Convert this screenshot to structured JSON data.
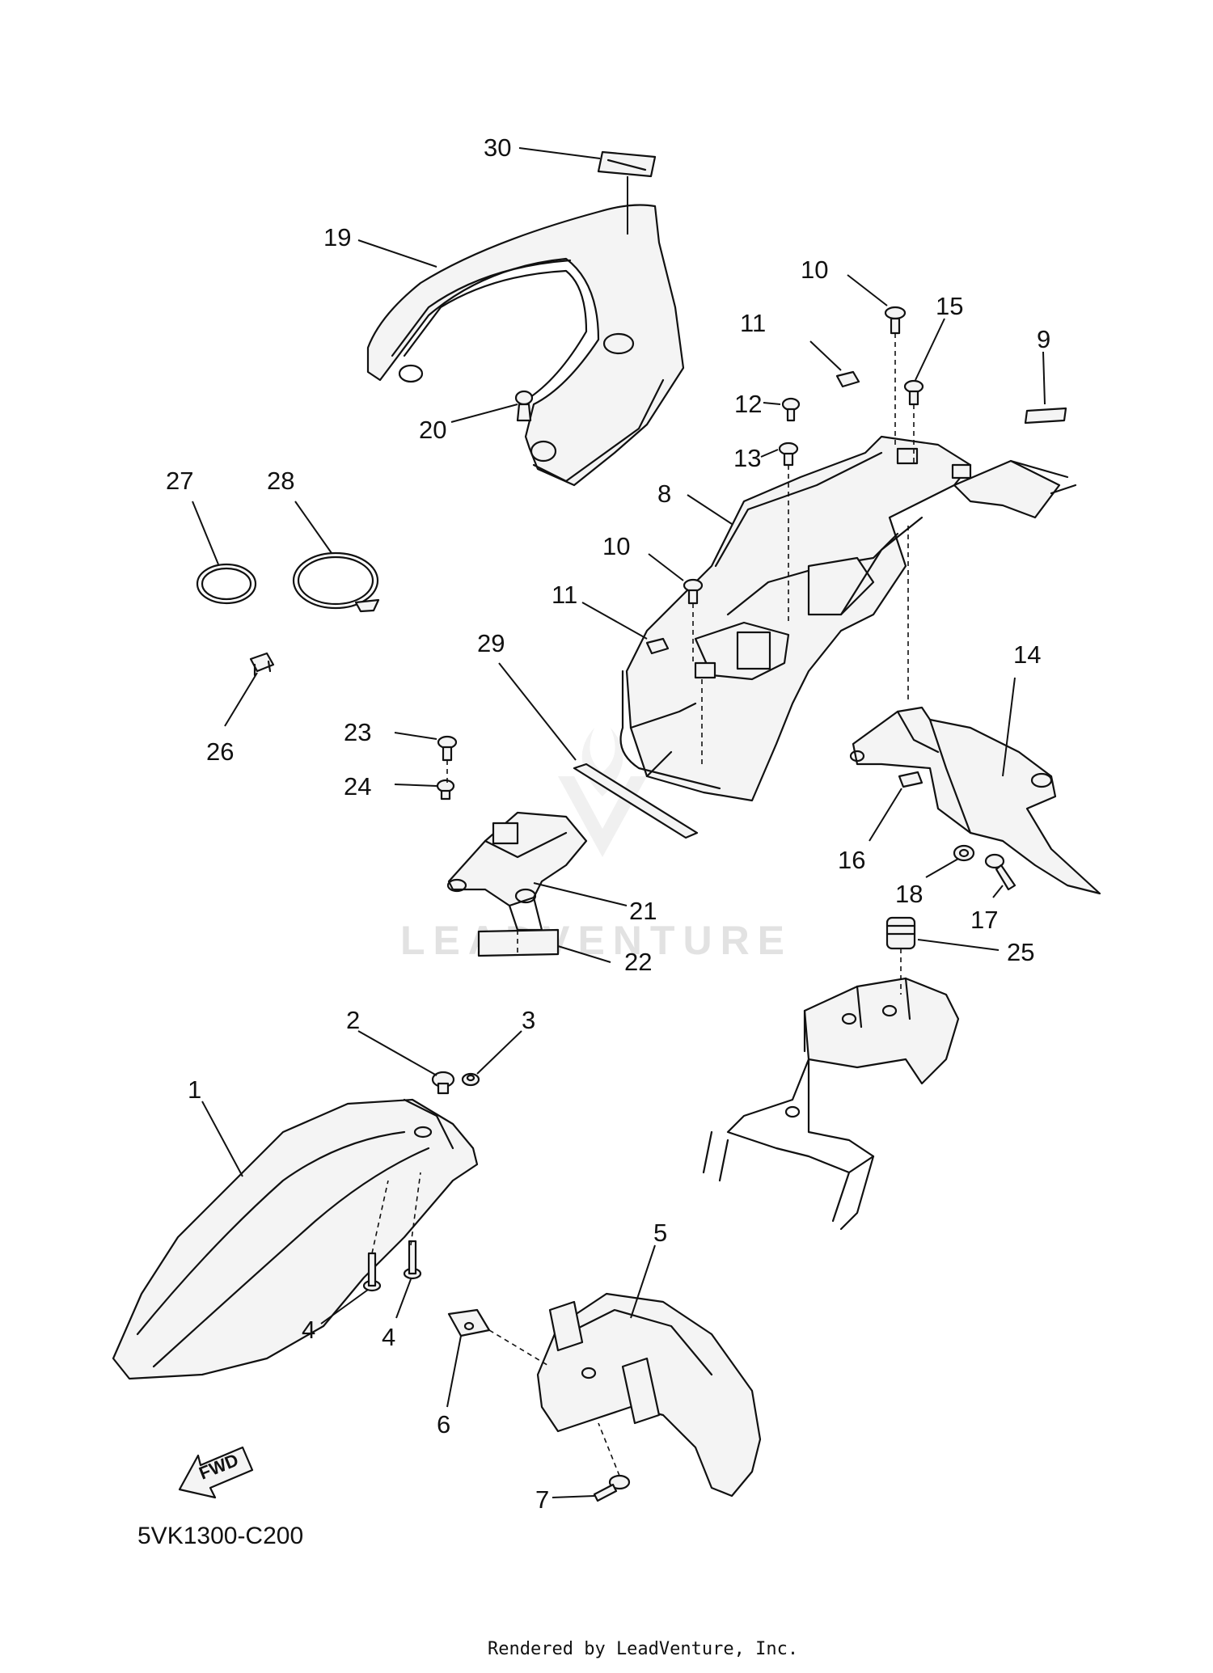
{
  "diagram": {
    "callouts": [
      {
        "id": "c30",
        "text": "30"
      },
      {
        "id": "c19",
        "text": "19"
      },
      {
        "id": "c20",
        "text": "20"
      },
      {
        "id": "c10a",
        "text": "10"
      },
      {
        "id": "c15",
        "text": "15"
      },
      {
        "id": "c11a",
        "text": "11"
      },
      {
        "id": "c9",
        "text": "9"
      },
      {
        "id": "c12",
        "text": "12"
      },
      {
        "id": "c13",
        "text": "13"
      },
      {
        "id": "c8",
        "text": "8"
      },
      {
        "id": "c27",
        "text": "27"
      },
      {
        "id": "c28",
        "text": "28"
      },
      {
        "id": "c10b",
        "text": "10"
      },
      {
        "id": "c11b",
        "text": "11"
      },
      {
        "id": "c29",
        "text": "29"
      },
      {
        "id": "c14",
        "text": "14"
      },
      {
        "id": "c26",
        "text": "26"
      },
      {
        "id": "c23",
        "text": "23"
      },
      {
        "id": "c24",
        "text": "24"
      },
      {
        "id": "c16",
        "text": "16"
      },
      {
        "id": "c18",
        "text": "18"
      },
      {
        "id": "c21",
        "text": "21"
      },
      {
        "id": "c17",
        "text": "17"
      },
      {
        "id": "c22",
        "text": "22"
      },
      {
        "id": "c25",
        "text": "25"
      },
      {
        "id": "c2",
        "text": "2"
      },
      {
        "id": "c3",
        "text": "3"
      },
      {
        "id": "c1",
        "text": "1"
      },
      {
        "id": "c5",
        "text": "5"
      },
      {
        "id": "c4a",
        "text": "4"
      },
      {
        "id": "c4b",
        "text": "4"
      },
      {
        "id": "c6",
        "text": "6"
      },
      {
        "id": "c7",
        "text": "7"
      }
    ],
    "fwd_label": "FWD",
    "diagram_code": "5VK1300-C200",
    "watermark": "LEADVENTURE",
    "credit": "Rendered by LeadVenture, Inc."
  }
}
